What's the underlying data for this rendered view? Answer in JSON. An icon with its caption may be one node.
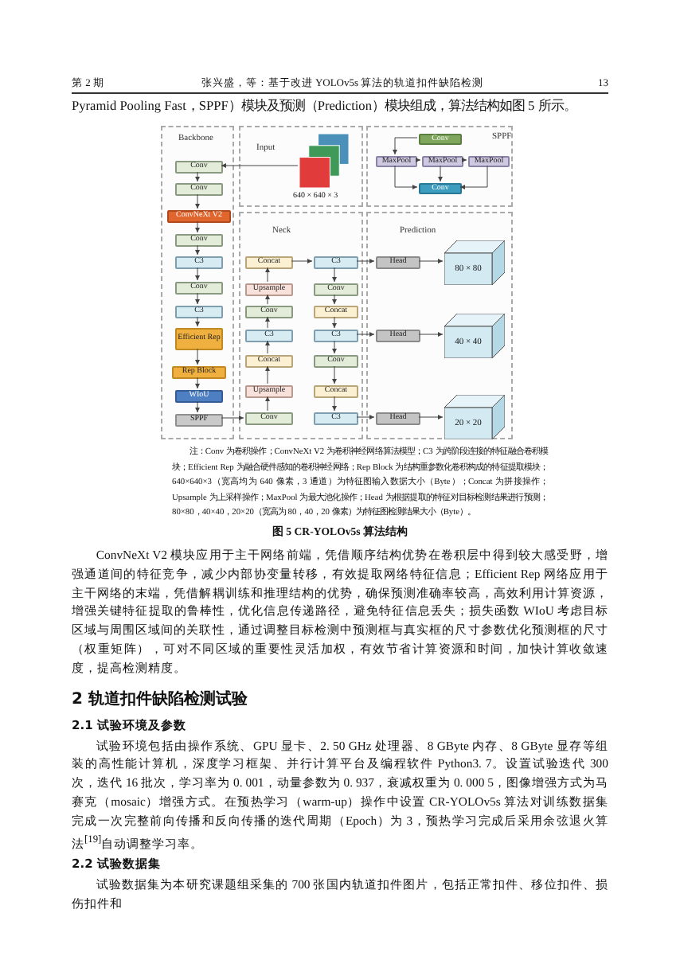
{
  "diagram": {
    "caption": "图 5 CR-YOLOv5s 算法结构",
    "nodes": [
      {
        "text": [
          "Backbone"
        ]
      },
      {
        "text": [
          "Conv"
        ],
        "in": 0
      },
      {
        "text": [
          "Conv"
        ],
        "in": 0
      },
      {
        "text": [
          "ConvNeXt V2"
        ],
        "in": 0
      },
      {
        "text": [
          "Conv"
        ],
        "in": 0
      },
      {
        "text": [
          "C3"
        ],
        "in": 0
      },
      {
        "text": [
          "Conv"
        ],
        "in": 0
      },
      {
        "text": [
          "C3"
        ],
        "in": 0
      },
      {
        "text": [
          "Efficient Rep"
        ],
        "in": 0
      },
      {
        "text": [
          "Rep Block"
        ],
        "in": 0
      },
      {
        "text": [
          "WIoU"
        ],
        "in": 0
      },
      {
        "text": [
          "SPPF"
        ],
        "in": 0
      },
      {
        "text": [
          "Input"
        ]
      },
      {
        "text": [],
        "shape": "picture",
        "in": 12,
        "beside": [
          "640 × 640 × 3"
        ]
      },
      {
        "text": [
          "SPPF"
        ]
      },
      {
        "text": [
          "Conv"
        ],
        "in": 14
      },
      {
        "text": [
          "MaxPool"
        ],
        "in": 14
      },
      {
        "text": [
          "MaxPool"
        ],
        "in": 14
      },
      {
        "text": [
          "MaxPool"
        ],
        "in": 14
      },
      {
        "text": [
          "Conv"
        ],
        "in": 14
      },
      {
        "text": [
          "Neck"
        ]
      },
      {
        "text": [
          "Concat"
        ],
        "in": 20
      },
      {
        "text": [
          "C3"
        ],
        "in": 20
      },
      {
        "text": [
          "Upsample"
        ],
        "in": 20
      },
      {
        "text": [
          "Conv"
        ],
        "in": 20
      },
      {
        "text": [
          "Conv"
        ],
        "in": 20
      },
      {
        "text": [
          "Concat"
        ],
        "in": 20
      },
      {
        "text": [
          "C3"
        ],
        "in": 20
      },
      {
        "text": [
          "C3"
        ],
        "in": 20
      },
      {
        "text": [
          "Concat"
        ],
        "in": 20
      },
      {
        "text": [
          "Conv"
        ],
        "in": 20
      },
      {
        "text": [
          "Upsample"
        ],
        "in": 20
      },
      {
        "text": [
          "Concat"
        ],
        "in": 20
      },
      {
        "text": [
          "Conv"
        ],
        "in": 20
      },
      {
        "text": [
          "C3"
        ],
        "in": 20
      },
      {
        "text": [
          "Prediction"
        ]
      },
      {
        "text": [
          "Head"
        ],
        "in": 35
      },
      {
        "text": [
          "80 × 80"
        ],
        "in": 35
      },
      {
        "text": [
          "Head"
        ],
        "in": 35
      },
      {
        "text": [
          "40 × 40"
        ],
        "in": 35
      },
      {
        "text": [
          "Head"
        ],
        "in": 35
      },
      {
        "text": [
          "20 × 20"
        ],
        "in": 35
      }
    ],
    "edges": [
      {
        "from": 13,
        "to": 1,
        "arrow": "to"
      },
      {
        "from": 1,
        "to": 2,
        "arrow": "to"
      },
      {
        "from": 2,
        "to": 3,
        "arrow": "to"
      },
      {
        "from": 3,
        "to": 4,
        "arrow": "to"
      },
      {
        "from": 4,
        "to": 5,
        "arrow": "to"
      },
      {
        "from": 5,
        "to": 6,
        "arrow": "to"
      },
      {
        "from": 6,
        "to": 7,
        "arrow": "to"
      },
      {
        "from": 7,
        "to": 8,
        "arrow": "to"
      },
      {
        "from": 8,
        "to": 9,
        "arrow": "to"
      },
      {
        "from": 9,
        "to": 10,
        "arrow": "to"
      },
      {
        "from": 10,
        "to": 11,
        "arrow": "to"
      },
      {
        "from": 15,
        "to": 16,
        "arrow": "to"
      },
      {
        "from": 16,
        "to": 17,
        "arrow": "to"
      },
      {
        "from": 17,
        "to": 18,
        "arrow": "to"
      },
      {
        "from": 16,
        "to": 19,
        "arrow": "to"
      },
      {
        "from": 17,
        "to": 19,
        "arrow": "to"
      },
      {
        "from": 18,
        "to": 19,
        "arrow": "to"
      },
      {
        "from": 11,
        "to": 33,
        "arrow": "to"
      },
      {
        "from": 33,
        "to": 31,
        "arrow": "to"
      },
      {
        "from": 31,
        "to": 29,
        "arrow": "to"
      },
      {
        "from": 29,
        "to": 27,
        "arrow": "to"
      },
      {
        "from": 27,
        "to": 25,
        "arrow": "to"
      },
      {
        "from": 25,
        "to": 23,
        "arrow": "to"
      },
      {
        "from": 23,
        "to": 21,
        "arrow": "to"
      },
      {
        "from": 21,
        "to": 22,
        "arrow": "to"
      },
      {
        "from": 22,
        "to": 24,
        "arrow": "to"
      },
      {
        "from": 24,
        "to": 26,
        "arrow": "to"
      },
      {
        "from": 26,
        "to": 28,
        "arrow": "to"
      },
      {
        "from": 28,
        "to": 30,
        "arrow": "to"
      },
      {
        "from": 30,
        "to": 32,
        "arrow": "to"
      },
      {
        "from": 32,
        "to": 34,
        "arrow": "to"
      },
      {
        "from": 22,
        "to": 36,
        "arrow": "to"
      },
      {
        "from": 36,
        "to": 37,
        "arrow": "to"
      },
      {
        "from": 28,
        "to": 38,
        "arrow": "to"
      },
      {
        "from": 38,
        "to": 39,
        "arrow": "to"
      },
      {
        "from": 34,
        "to": 40,
        "arrow": "to"
      },
      {
        "from": 40,
        "to": 41,
        "arrow": "to"
      }
    ],
    "labels": [
      "第 2 期",
      "张兴盛，等：基于改进 YOLOv5s 算法的轨道扣件缺陷检测",
      "13",
      "Pyramid Pooling Fast，SPPF）模块及预测（Prediction）模块组成，算法结构如图 5 所示。",
      "注：Conv 为卷积操作；ConvNeXt V2 为卷积神经网络算法模型；C3 为跨阶段连接的特征融合卷积模块；Efficient Rep 为融合硬件感知的卷积神经网络；Rep Block 为结构重参数化卷积构成的特征提取模块；640×640×3（宽高均为 640 像素，3 通道）为特征图输入数据大小（Byte）；Concat 为拼接操作；Upsample 为上采样操作；MaxPool 为最大池化操作；Head 为根据提取的特征对目标检测结果进行预测；80×80，40×40，20×20（宽高为 80，40，20 像素）为特征图检测结果大小（Byte）。",
      "ConvNeXt V2 模块应用于主干网络前端，凭借顺序结构优势在卷积层中得到较大感受野，增强通道间的特征竞争，减少内部协变量转移，有效提取网络特征信息；Efficient Rep 网络应用于主干网络的末端，凭借解耦训练和推理结构的优势，确保预测准确率较高，高效利用计算资源，增强关键特征提取的鲁棒性，优化信息传递路径，避免特征信息丢失；损失函数 WIoU 考虑目标区域与周围区域间的关联性，通过调整目标检测中预测框与真实框的尺寸参数优化预测框的尺寸（权重矩阵），可对不同区域的重要性灵活加权，有效节省计算资源和时间，加快计算收敛速度，提高检测精度。",
      "2 轨道扣件缺陷检测试验",
      "2.1 试验环境及参数",
      "试验环境包括由操作系统、GPU 显卡、2. 50 GHz 处理器、8 GByte 内存、8 GByte 显存等组装的高性能计算机，深度学习框架、并行计算平台及编程软件 Python3. 7。设置试验迭代 300 次，迭代 16 批次，学习率为 0. 001，动量参数为 0. 937，衰减权重为 0. 000 5，图像增强方式为马赛克（mosaic）增强方式。在预热学习（warm-up）操作中设置 CR-YOLOv5s 算法对训练数据集完成一次完整前向传播和反向传播的迭代周期（Epoch）为 3，预热学习完成后采用余弦退火算法$^{[19]}$自动调整学习率。",
      "2.2 试验数据集",
      "试验数据集为本研究课题组采集的 700 张国内轨道扣件图片，包括正常扣件、移位扣件、损伤扣件和"
    ]
  }
}
